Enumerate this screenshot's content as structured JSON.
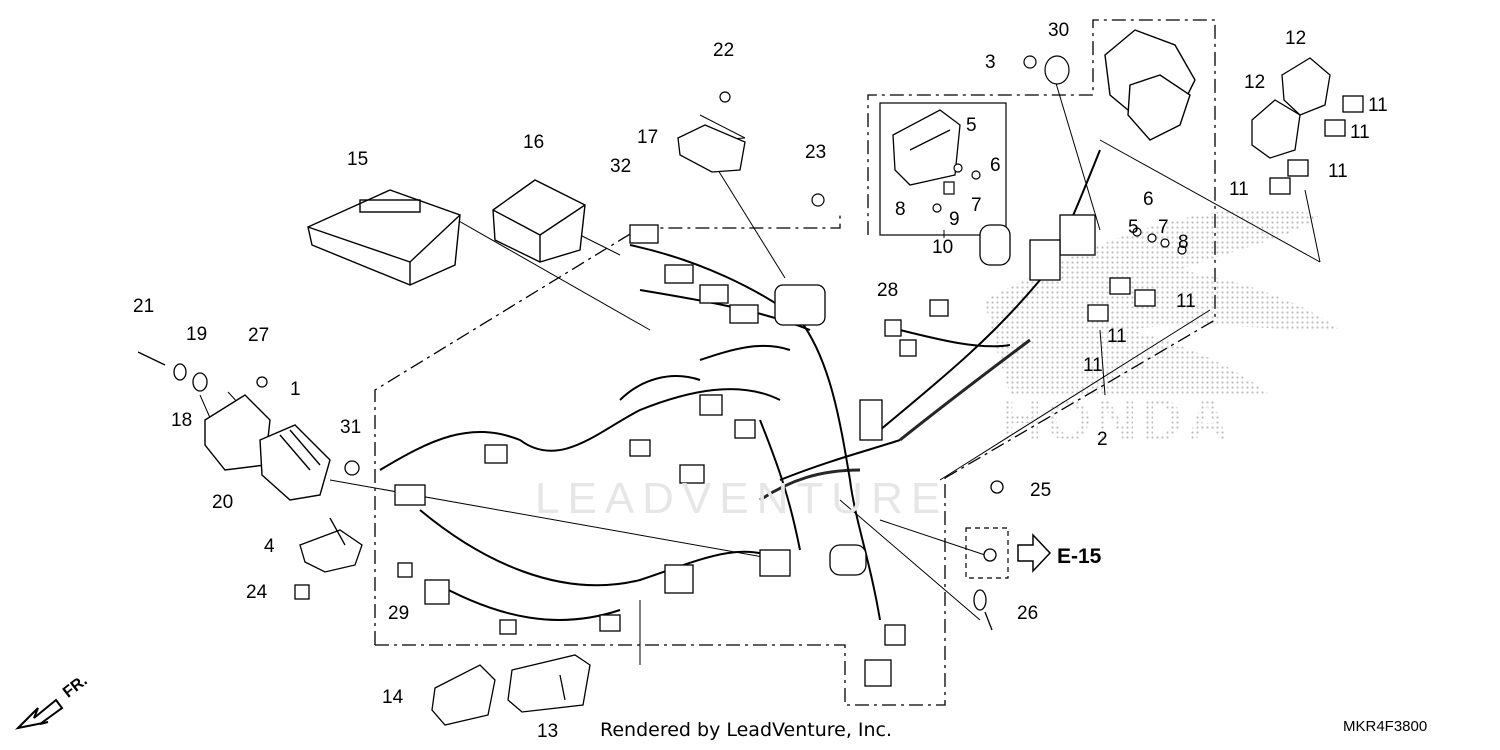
{
  "diagram": {
    "callouts": [
      {
        "id": "part-1",
        "label": "1"
      },
      {
        "id": "part-2",
        "label": "2"
      },
      {
        "id": "part-3",
        "label": "3"
      },
      {
        "id": "part-4",
        "label": "4"
      },
      {
        "id": "part-5a",
        "label": "5"
      },
      {
        "id": "part-5b",
        "label": "5"
      },
      {
        "id": "part-6a",
        "label": "6"
      },
      {
        "id": "part-6b",
        "label": "6"
      },
      {
        "id": "part-7a",
        "label": "7"
      },
      {
        "id": "part-7b",
        "label": "7"
      },
      {
        "id": "part-8a",
        "label": "8"
      },
      {
        "id": "part-8b",
        "label": "8"
      },
      {
        "id": "part-9",
        "label": "9"
      },
      {
        "id": "part-10",
        "label": "10"
      },
      {
        "id": "part-11a",
        "label": "11"
      },
      {
        "id": "part-11b",
        "label": "11"
      },
      {
        "id": "part-11c",
        "label": "11"
      },
      {
        "id": "part-11d",
        "label": "11"
      },
      {
        "id": "part-11e",
        "label": "11"
      },
      {
        "id": "part-11f",
        "label": "11"
      },
      {
        "id": "part-11g",
        "label": "11"
      },
      {
        "id": "part-12a",
        "label": "12"
      },
      {
        "id": "part-12b",
        "label": "12"
      },
      {
        "id": "part-13",
        "label": "13"
      },
      {
        "id": "part-14",
        "label": "14"
      },
      {
        "id": "part-15",
        "label": "15"
      },
      {
        "id": "part-16",
        "label": "16"
      },
      {
        "id": "part-17",
        "label": "17"
      },
      {
        "id": "part-18",
        "label": "18"
      },
      {
        "id": "part-19",
        "label": "19"
      },
      {
        "id": "part-20",
        "label": "20"
      },
      {
        "id": "part-21",
        "label": "21"
      },
      {
        "id": "part-22",
        "label": "22"
      },
      {
        "id": "part-23",
        "label": "23"
      },
      {
        "id": "part-24",
        "label": "24"
      },
      {
        "id": "part-25",
        "label": "25"
      },
      {
        "id": "part-26",
        "label": "26"
      },
      {
        "id": "part-27",
        "label": "27"
      },
      {
        "id": "part-28",
        "label": "28"
      },
      {
        "id": "part-29",
        "label": "29"
      },
      {
        "id": "part-30",
        "label": "30"
      },
      {
        "id": "part-31",
        "label": "31"
      },
      {
        "id": "part-32",
        "label": "32"
      }
    ],
    "reference_label": "E-15",
    "direction_label": "FR.",
    "credit": "Rendered by LeadVenture, Inc.",
    "diagram_code": "MKR4F3800",
    "watermark": "LEADVENTURE",
    "brand_logo_text": "HONDA"
  }
}
